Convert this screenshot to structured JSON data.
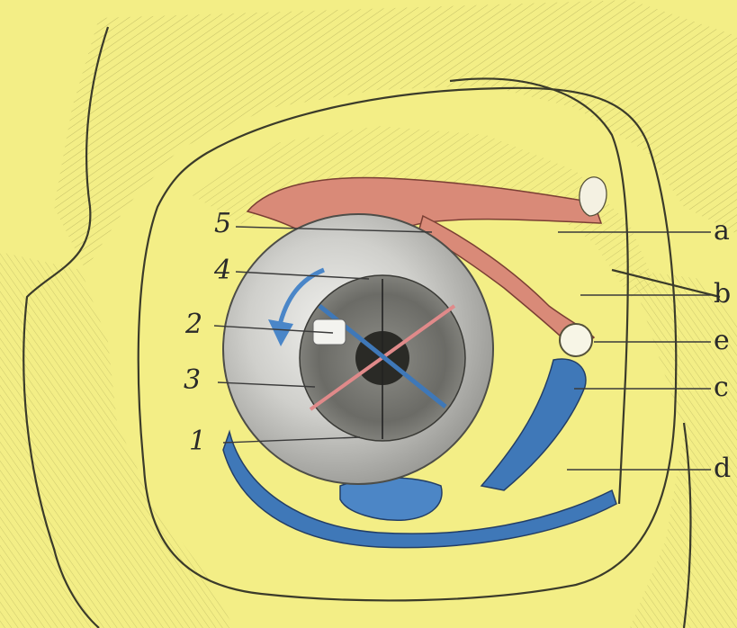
{
  "labels": {
    "num_1": "1",
    "num_2": "2",
    "num_3": "3",
    "num_4": "4",
    "num_5": "5",
    "letter_a": "a",
    "letter_b": "b",
    "letter_e": "e",
    "letter_c": "c",
    "letter_d": "d"
  },
  "colors": {
    "background_yellow": "#f3ee86",
    "shadow_yellow": "#d9d46a",
    "muscle_red": "#d98a78",
    "muscle_blue": "#3f78b8",
    "sclera_grey": "#c7c7c2",
    "iris_grey": "#6f6f6a",
    "pupil": "#2a2a26",
    "arrow_blue": "#4a86c8"
  }
}
